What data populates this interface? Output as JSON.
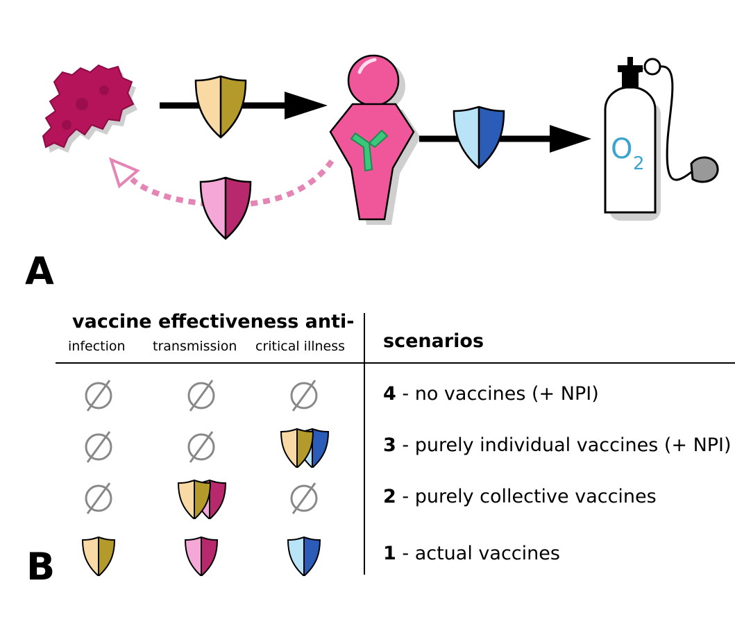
{
  "panel_a": {
    "letter": "A",
    "oxygen_label_main": "O",
    "oxygen_label_sub": "2"
  },
  "panel_b": {
    "letter": "B",
    "header": {
      "title": "vaccine effectiveness anti-",
      "columns": [
        "infection",
        "transmission",
        "critical illness"
      ],
      "scenarios_title": "scenarios"
    },
    "rows": [
      {
        "number": "4",
        "label": " - no vaccines (+ NPI)",
        "cells": [
          "none",
          "none",
          "none"
        ]
      },
      {
        "number": "3",
        "label": " - purely individual vaccines (+ NPI)",
        "cells": [
          "none",
          "none",
          "infection+critical"
        ]
      },
      {
        "number": "2",
        "label": " - purely collective vaccines",
        "cells": [
          "none",
          "infection+transmission",
          "none"
        ]
      },
      {
        "number": "1",
        "label": " - actual vaccines",
        "cells": [
          "infection",
          "transmission",
          "critical"
        ]
      }
    ]
  },
  "colors": {
    "infection_light": "#f9d9a4",
    "infection_dark": "#b49a2a",
    "transmission_light": "#f5a8d8",
    "transmission_dark": "#b8286c",
    "critical_light": "#b9e3f7",
    "critical_dark": "#2a5cb8",
    "virus": "#b5135a",
    "person": "#f0569a",
    "antibody": "#3cc87c",
    "oxygen_text": "#3ba3d0",
    "dashed_arrow": "#e585b5",
    "none_symbol": "#888888"
  },
  "icons": [
    "virus-icon",
    "person-icon",
    "antibody-icon",
    "oxygen-tank-icon",
    "shield-icon",
    "empty-set-icon"
  ]
}
